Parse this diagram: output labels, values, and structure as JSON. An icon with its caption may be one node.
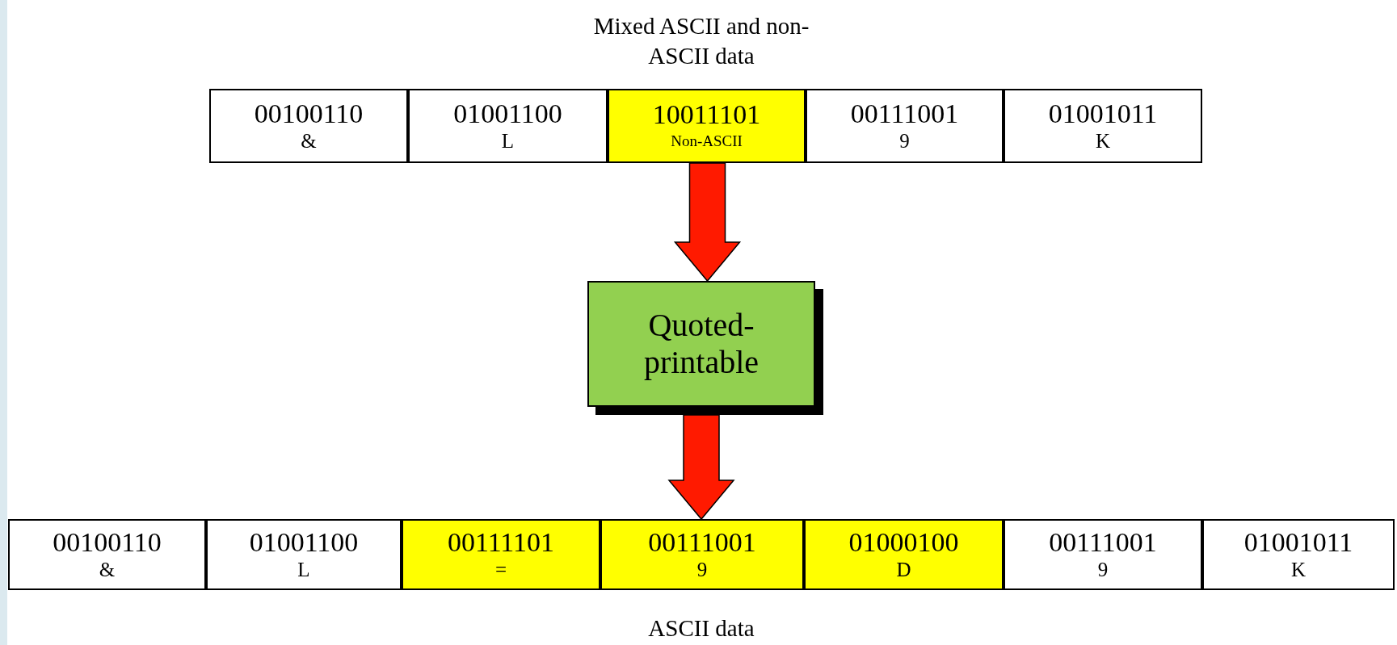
{
  "diagram": {
    "nodes": [
      {
        "text": [
          "00100110",
          "&"
        ]
      },
      {
        "text": [
          "01001100",
          "L"
        ]
      },
      {
        "text": [
          "10011101",
          "Non-ASCII"
        ]
      },
      {
        "text": [
          "00111001",
          "9"
        ]
      },
      {
        "text": [
          "01001011",
          "K"
        ]
      },
      {
        "text": [
          "Quoted- printable"
        ]
      },
      {
        "text": [
          "00100110",
          "&"
        ]
      },
      {
        "text": [
          "01001100",
          "L"
        ]
      },
      {
        "text": [
          "00111101",
          "="
        ]
      },
      {
        "text": [
          "00111001",
          "9"
        ]
      },
      {
        "text": [
          "01000100",
          "D"
        ]
      },
      {
        "text": [
          "00111001",
          "9"
        ]
      },
      {
        "text": [
          "01001011",
          "K"
        ]
      }
    ],
    "edges": [
      {
        "from": 2,
        "to": 5,
        "arrow": "to"
      },
      {
        "from": 5,
        "to": 9,
        "arrow": "to"
      }
    ],
    "labels": [
      "Mixed ASCII and non-ASCII data",
      "ASCII data"
    ]
  }
}
